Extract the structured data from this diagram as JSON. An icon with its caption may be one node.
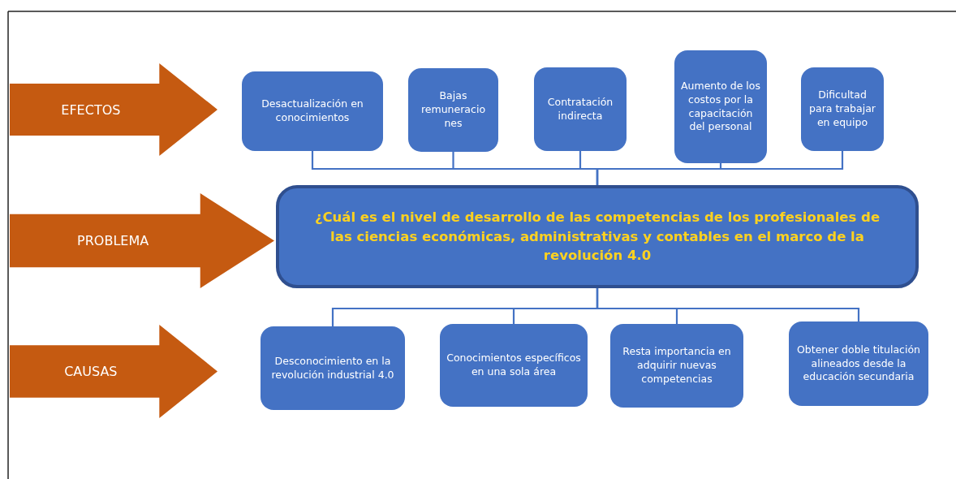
{
  "diagram": {
    "nodes": [
      {
        "text": [
          "EFECTOS"
        ]
      },
      {
        "text": [
          "PROBLEMA"
        ]
      },
      {
        "text": [
          "CAUSAS"
        ]
      },
      {
        "text": [
          "Desactualización en conocimientos"
        ]
      },
      {
        "text": [
          "Bajas remuneracio nes"
        ]
      },
      {
        "text": [
          "Contratación indirecta"
        ]
      },
      {
        "text": [
          "Aumento de los costos por la capacitación del personal"
        ]
      },
      {
        "text": [
          "Dificultad para trabajar en equipo"
        ]
      },
      {
        "text": [
          "¿Cuál es el nivel de desarrollo de las competencias de los profesionales de las ciencias económicas, administrativas y contables en el marco de la revolución 4.0"
        ]
      },
      {
        "text": [
          "Desconocimiento en la revolución industrial 4.0"
        ]
      },
      {
        "text": [
          "Conocimientos específicos en una sola área"
        ]
      },
      {
        "text": [
          "Resta importancia en adquirir nuevas competencias"
        ]
      },
      {
        "text": [
          "Obtener doble titulación alineados desde la educación secundaria"
        ]
      }
    ],
    "edges": [
      {
        "from": 3,
        "to": 8,
        "arrow": "none"
      },
      {
        "from": 4,
        "to": 8,
        "arrow": "none"
      },
      {
        "from": 5,
        "to": 8,
        "arrow": "none"
      },
      {
        "from": 6,
        "to": 8,
        "arrow": "none"
      },
      {
        "from": 7,
        "to": 8,
        "arrow": "none"
      },
      {
        "from": 8,
        "to": 9,
        "arrow": "none"
      },
      {
        "from": 8,
        "to": 10,
        "arrow": "none"
      },
      {
        "from": 8,
        "to": 11,
        "arrow": "none"
      },
      {
        "from": 8,
        "to": 12,
        "arrow": "none"
      }
    ]
  }
}
